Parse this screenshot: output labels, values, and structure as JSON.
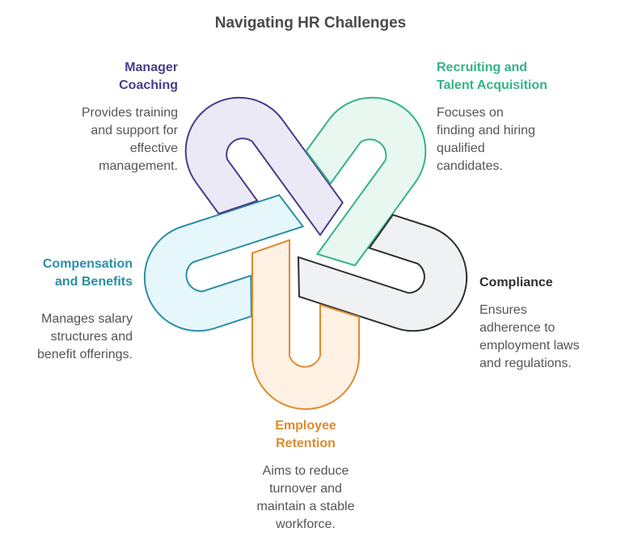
{
  "title": "Navigating HR Challenges",
  "items": [
    {
      "key": "manager-coaching",
      "heading_line1": "Manager",
      "heading_line2": "Coaching",
      "description": [
        "Provides training",
        "and support for",
        "effective",
        "management."
      ],
      "stroke": "#4a3b8c",
      "fill": "#ece9f7"
    },
    {
      "key": "recruiting",
      "heading_line1": "Recruiting and",
      "heading_line2": "Talent Acquisition",
      "description": [
        "Focuses on",
        "finding and hiring",
        "qualified",
        "candidates."
      ],
      "stroke": "#34b384",
      "fill": "#e8f8f1"
    },
    {
      "key": "compliance",
      "heading_line1": "Compliance",
      "heading_line2": "",
      "description": [
        "Ensures",
        "adherence to",
        "employment laws",
        "and regulations."
      ],
      "stroke": "#2f2f2f",
      "fill": "#f0f1f3"
    },
    {
      "key": "employee-retention",
      "heading_line1": "Employee",
      "heading_line2": "Retention",
      "description": [
        "Aims to reduce",
        "turnover and",
        "maintain a stable",
        "workforce."
      ],
      "stroke": "#e08a2c",
      "fill": "#fff1e4"
    },
    {
      "key": "compensation",
      "heading_line1": "Compensation",
      "heading_line2": "and Benefits",
      "description": [
        "Manages salary",
        "structures and",
        "benefit offerings."
      ],
      "stroke": "#2a8fa5",
      "fill": "#e6f7fb"
    }
  ]
}
